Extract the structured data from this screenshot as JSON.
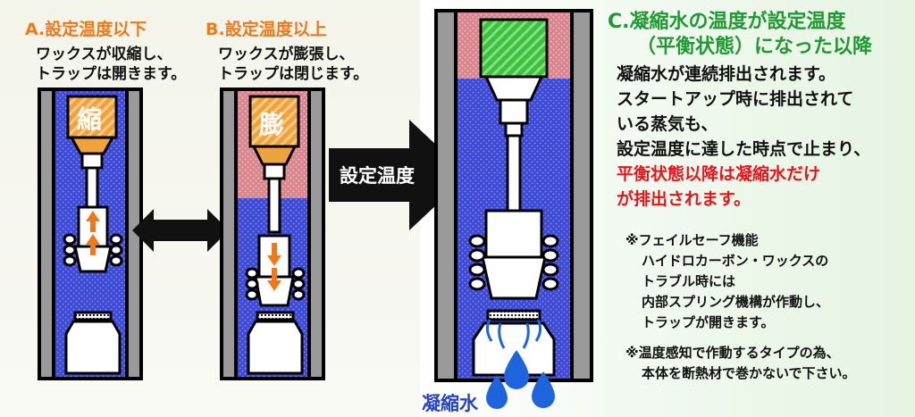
{
  "panel_a": {
    "title": "A.設定温度以下",
    "desc_line1": "ワックスが収縮し、",
    "desc_line2": "トラップは開きます。",
    "label": "縮"
  },
  "panel_b": {
    "title": "B.設定温度以上",
    "desc_line1": "ワックスが膨張し、",
    "desc_line2": "トラップは閉じます。",
    "label": "膨"
  },
  "arrow_label": "設定温度",
  "panel_c": {
    "title_line1": "C.凝縮水の温度が設定温度",
    "title_line2": "（平衡状態）になった以降",
    "body_line1": "凝縮水が連続排出されます。",
    "body_line2": "スタートアップ時に排出されて",
    "body_line3": "いる蒸気も、",
    "body_line4": "設定温度に達した時点で止まり、",
    "body_red_line1": "平衡状態以降は凝縮水だけ",
    "body_red_line2": "が排出されます。",
    "failsafe_title": "※フェイルセーフ機能",
    "failsafe_line1": "ハイドロカーボン・ワックスの",
    "failsafe_line2": "トラブル時には",
    "failsafe_line3": "内部スプリング機構が作動し、",
    "failsafe_line4": "トラップが開きます。",
    "note_line1": "※温度感知で作動するタイプの為、",
    "note_line2": "本体を断熱材で巻かないで下さい。",
    "water_label": "凝縮水"
  },
  "colors": {
    "orange": "#f07818",
    "green": "#1f9a32",
    "red": "#e8141a",
    "blue_fill": "#3c4ad6",
    "pink_fill": "#e29aa0",
    "wax_orange": "#f0a23c",
    "wax_green": "#3cc23c",
    "water_blue": "#1e64dc"
  }
}
